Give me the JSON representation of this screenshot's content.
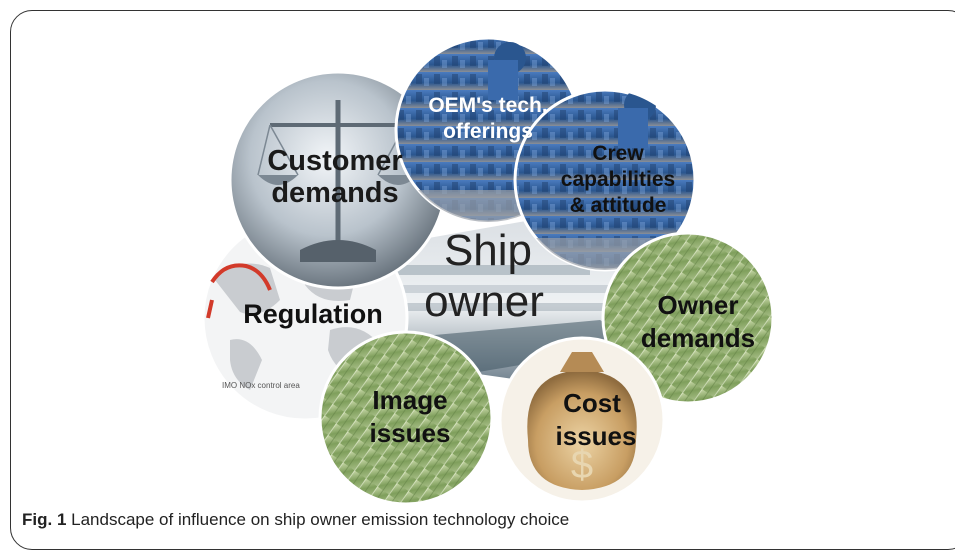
{
  "figure": {
    "caption_label": "Fig. 1",
    "caption_text": "Landscape of influence on ship owner emission technology choice"
  },
  "center": {
    "line1": "Ship",
    "line2": "owner"
  },
  "influences": {
    "customer": {
      "line1": "Customer",
      "line2": "demands"
    },
    "oem": {
      "line1": "OEM's tech.",
      "line2": "offerings"
    },
    "crew": {
      "line1": "Crew",
      "line2": "capabilities",
      "line3": "& attitude"
    },
    "regulation": {
      "line1": "Regulation",
      "map_note": "IMO NOx control area"
    },
    "owner": {
      "line1": "Owner",
      "line2": "demands"
    },
    "image": {
      "line1": "Image",
      "line2": "issues"
    },
    "cost": {
      "line1": "Cost",
      "line2": "issues"
    }
  },
  "colors": {
    "engine_blue": "#2f5c9a",
    "leaf_green": "#8aa86a",
    "money_bag": "#d2b07a",
    "scales_grey": "#9aa7b3",
    "map_red": "#d23a2a"
  }
}
